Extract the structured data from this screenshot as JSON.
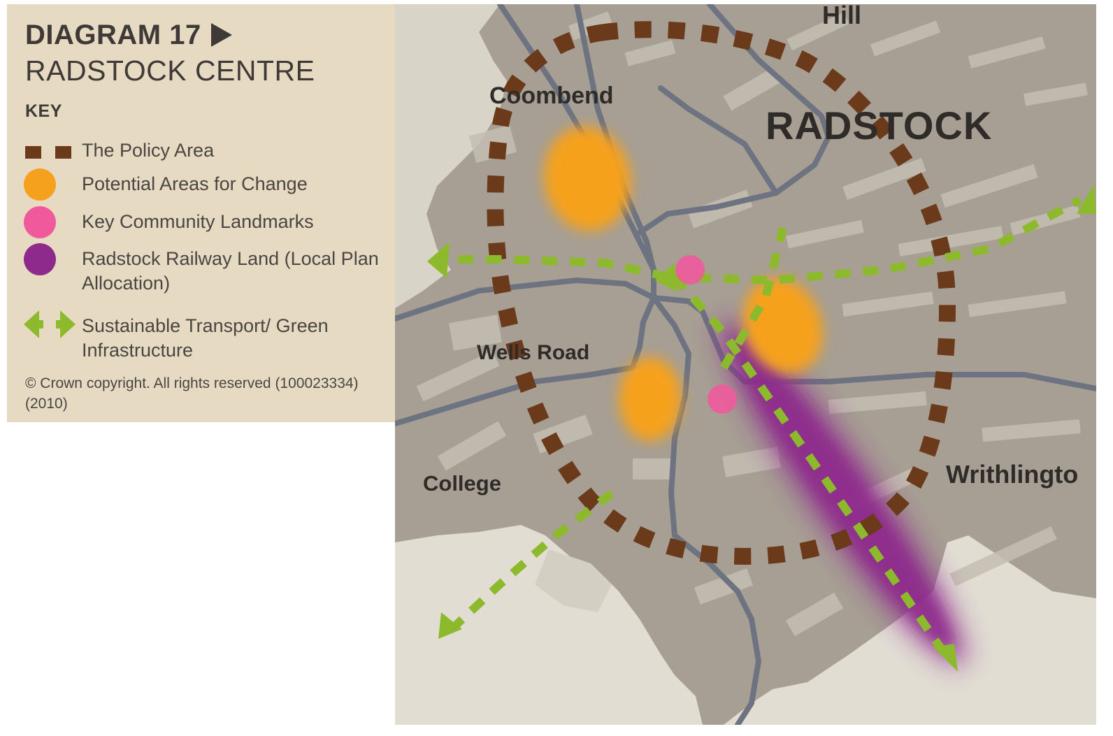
{
  "title": {
    "number": "DIAGRAM 17",
    "name": "RADSTOCK CENTRE"
  },
  "key": {
    "heading": "KEY",
    "items": [
      {
        "label": "The Policy Area",
        "icon": "brown-dashed-square-icon",
        "color": "#6b3a1a"
      },
      {
        "label": "Potential Areas for Change",
        "icon": "orange-circle-icon",
        "color": "#f5a11e"
      },
      {
        "label": "Key Community Landmarks",
        "icon": "pink-circle-icon",
        "color": "#f05a9c"
      },
      {
        "label": "Radstock Railway Land (Local Plan Allocation)",
        "icon": "purple-circle-icon",
        "color": "#8e2a8c"
      },
      {
        "label": "Sustainable Transport/ Green Infrastructure",
        "icon": "green-double-arrow-icon",
        "color": "#8dba2c"
      }
    ]
  },
  "copyright": "© Crown copyright. All rights reserved (100023334) (2010)",
  "map": {
    "place_labels": {
      "hill": "Hill",
      "coombend": "Coombend",
      "radstock": "RADSTOCK",
      "wells_road": "Wells Road",
      "college": "College",
      "writhlington": "Writhlingto"
    },
    "colors": {
      "land": "#a79f94",
      "background": "#e1ddd3",
      "buildings": "#c5bfb3",
      "roads": "#6e7381"
    }
  }
}
